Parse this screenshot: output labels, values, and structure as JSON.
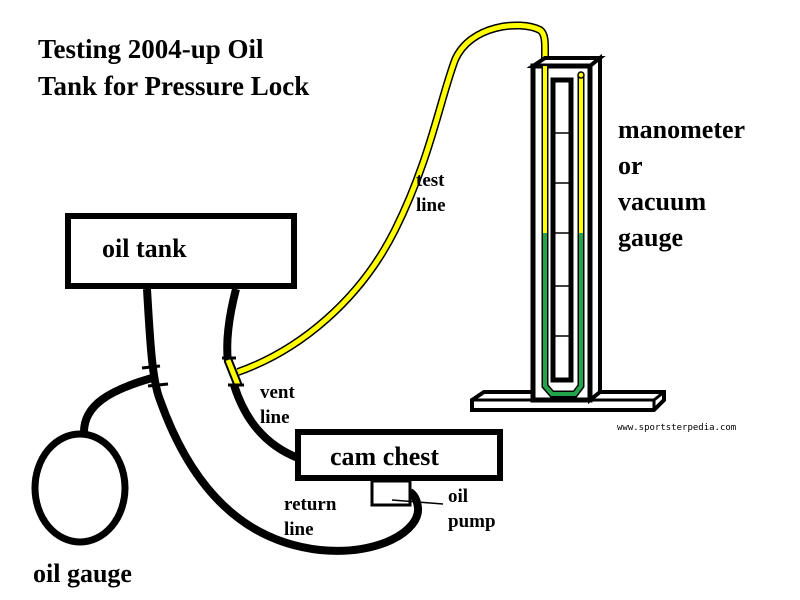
{
  "title": {
    "line1": "Testing 2004-up Oil",
    "line2": "Tank for Pressure Lock"
  },
  "components": {
    "oil_tank": "oil tank",
    "cam_chest": "cam chest",
    "oil_gauge": "oil gauge",
    "oil_pump": [
      "oil",
      "pump"
    ],
    "manometer": [
      "manometer",
      "or",
      "vacuum",
      "gauge"
    ]
  },
  "lines": {
    "test_line": [
      "test",
      "line"
    ],
    "vent_line": [
      "vent",
      "line"
    ],
    "return_line": [
      "return",
      "line"
    ]
  },
  "colors": {
    "test_line": "#ffff00",
    "fluid": "#22a44a",
    "outline": "#000000"
  },
  "manometer_fluid_level": 0.5,
  "watermark": "www.sportsterpedia.com"
}
